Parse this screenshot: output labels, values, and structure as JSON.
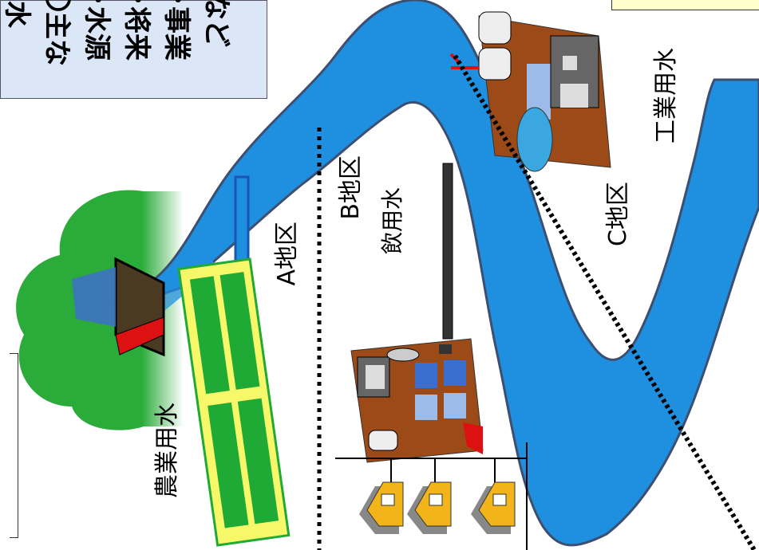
{
  "note_box": {
    "lines": [
      "水",
      "〇主な",
      "･水源",
      "･将来",
      "･事業",
      "など"
    ]
  },
  "labels": {
    "agri_water": "農業用水",
    "district_a": "A地区",
    "district_b": "B地区",
    "drinking_water": "飲用水",
    "district_c": "C地区",
    "industrial_water": "工業用水"
  },
  "colors": {
    "river": "#1f8fe0",
    "river_edge": "#3d4f70",
    "forest": "#2bab3a",
    "field_bg": "#f7f76a",
    "field_plot": "#1faa36",
    "plant": "#9c4a17",
    "roof": "#f2b418",
    "note_box": "#dbe7f7",
    "note_box_top": "#ffffcc"
  }
}
